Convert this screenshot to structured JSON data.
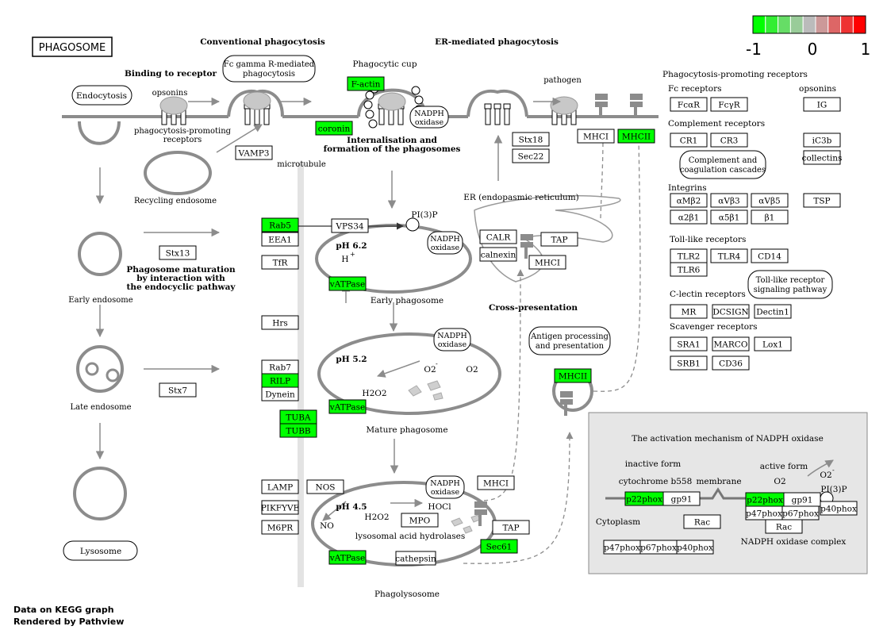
{
  "title": "PHAGOSOME",
  "legend": {
    "ticks": [
      "-1",
      "0",
      "1"
    ],
    "colors": [
      "#00ff00",
      "#33ee33",
      "#66dd66",
      "#99cc99",
      "#bbbbbb",
      "#cc9999",
      "#dd6666",
      "#ee3333",
      "#ff0000"
    ]
  },
  "colors": {
    "up": "#00ff00",
    "none": "#ffffff",
    "gray": "#8c8c8c"
  },
  "sections": {
    "conventional": "Conventional phagocytosis",
    "er_mediated": "ER-mediated phagocytosis",
    "binding": "Binding to receptor",
    "internalisation_1": "Internalisation and",
    "internalisation_2": "formation of the phagosomes",
    "maturation_1": "Phagosome maturation",
    "maturation_2": "by interaction with",
    "maturation_3": "the endocyclic pathway",
    "cross": "Cross-presentation"
  },
  "labels": {
    "endocytosis": "Endocytosis",
    "opsonins": "opsonins",
    "pr_1": "phagocytosis-promoting",
    "pr_2": "receptors",
    "fc_1": "Fc gamma R-mediated",
    "fc_2": "phagocytosis",
    "cup": "Phagocytic cup",
    "pathogen": "pathogen",
    "nadph_1": "NADPH",
    "nadph_2": "oxidase",
    "recycling": "Recycling endosome",
    "microtubule": "microtubule",
    "er": "ER (endopasmic reticulum)",
    "pi3p": "PI(3)P",
    "ph62": "pH 6.2",
    "hplus": "H",
    "early_phago": "Early phagosome",
    "early_endo": "Early endosome",
    "ph52": "pH 5.2",
    "o2minus": "O2",
    "o2": "O2",
    "h2o2": "H2O2",
    "mature_phago": "Mature phagosome",
    "late_endo": "Late endosome",
    "antigen_1": "Antigen processing",
    "antigen_2": "and presentation",
    "ph45": "pH 4.5",
    "h2o2b": "H2O2",
    "hocl": "HOCl",
    "no": "NO",
    "hydrolases": "lysosomal acid hydrolases",
    "lysosome": "Lysosome",
    "phagolysosome": "Phagolysosome",
    "footer_1": "Data on KEGG graph",
    "footer_2": "Rendered by Pathview"
  },
  "right_panel": {
    "title": "Phagocytosis-promoting receptors",
    "fc": "Fc receptors",
    "opsonins": "opsonins",
    "complement": "Complement receptors",
    "cascade_1": "Complement and",
    "cascade_2": "coagulation cascades",
    "integrins": "Integrins",
    "tlr": "Toll-like receptors",
    "tlr_path_1": "Toll-like receptor",
    "tlr_path_2": "signaling pathway",
    "clectin": "C-lectin receptors",
    "scavenger": "Scavenger receptors"
  },
  "inset": {
    "title": "The activation mechanism of NADPH oxidase",
    "inactive": "inactive form",
    "cytb": "cytochrome b558",
    "membrane": "membrane",
    "active": "active form",
    "o2": "O2",
    "o2minus": "O2",
    "pi3p": "PI(3)P",
    "cytoplasm": "Cytoplasm",
    "complex": "NADPH oxidase complex"
  },
  "genes": [
    {
      "id": "factin",
      "label": "F-actin",
      "color": "#00ff00"
    },
    {
      "id": "coronin",
      "label": "coronin",
      "color": "#00ff00"
    },
    {
      "id": "vamp3",
      "label": "VAMP3",
      "color": "#ffffff"
    },
    {
      "id": "stx18",
      "label": "Stx18",
      "color": "#ffffff"
    },
    {
      "id": "sec22",
      "label": "Sec22",
      "color": "#ffffff"
    },
    {
      "id": "mhci_top",
      "label": "MHCI",
      "color": "#ffffff"
    },
    {
      "id": "mhcii_top",
      "label": "MHCII",
      "color": "#00ff00"
    },
    {
      "id": "rab5",
      "label": "Rab5",
      "color": "#00ff00"
    },
    {
      "id": "eea1",
      "label": "EEA1",
      "color": "#ffffff"
    },
    {
      "id": "vps34",
      "label": "VPS34",
      "color": "#ffffff"
    },
    {
      "id": "stx13",
      "label": "Stx13",
      "color": "#ffffff"
    },
    {
      "id": "tfr",
      "label": "TfR",
      "color": "#ffffff"
    },
    {
      "id": "vatpase1",
      "label": "vATPase",
      "color": "#00ff00"
    },
    {
      "id": "calr",
      "label": "CALR",
      "color": "#ffffff"
    },
    {
      "id": "tap1",
      "label": "TAP",
      "color": "#ffffff"
    },
    {
      "id": "calnexin",
      "label": "calnexin",
      "color": "#ffffff"
    },
    {
      "id": "mhci_er",
      "label": "MHCI",
      "color": "#ffffff"
    },
    {
      "id": "hrs",
      "label": "Hrs",
      "color": "#ffffff"
    },
    {
      "id": "rab7",
      "label": "Rab7",
      "color": "#ffffff"
    },
    {
      "id": "rilp",
      "label": "RILP",
      "color": "#00ff00"
    },
    {
      "id": "dynein",
      "label": "Dynein",
      "color": "#ffffff"
    },
    {
      "id": "stx7",
      "label": "Stx7",
      "color": "#ffffff"
    },
    {
      "id": "tuba",
      "label": "TUBA",
      "color": "#00ff00"
    },
    {
      "id": "tubb",
      "label": "TUBB",
      "color": "#00ff00"
    },
    {
      "id": "vatpase2",
      "label": "vATPase",
      "color": "#00ff00"
    },
    {
      "id": "mhcii_mid",
      "label": "MHCII",
      "color": "#00ff00"
    },
    {
      "id": "lamp",
      "label": "LAMP",
      "color": "#ffffff"
    },
    {
      "id": "nos",
      "label": "NOS",
      "color": "#ffffff"
    },
    {
      "id": "pikfyve",
      "label": "PIKFYVE",
      "color": "#ffffff"
    },
    {
      "id": "m6pr",
      "label": "M6PR",
      "color": "#ffffff"
    },
    {
      "id": "mhci_bot",
      "label": "MHCI",
      "color": "#ffffff"
    },
    {
      "id": "mpo",
      "label": "MPO",
      "color": "#ffffff"
    },
    {
      "id": "tap2",
      "label": "TAP",
      "color": "#ffffff"
    },
    {
      "id": "sec61",
      "label": "Sec61",
      "color": "#00ff00"
    },
    {
      "id": "vatpase3",
      "label": "vATPase",
      "color": "#00ff00"
    },
    {
      "id": "cathepsin",
      "label": "cathepsin",
      "color": "#ffffff"
    },
    {
      "id": "fcar",
      "label": "FcαR",
      "color": "#ffffff"
    },
    {
      "id": "fcgr",
      "label": "FcγR",
      "color": "#ffffff"
    },
    {
      "id": "ig",
      "label": "IG",
      "color": "#ffffff"
    },
    {
      "id": "cr1",
      "label": "CR1",
      "color": "#ffffff"
    },
    {
      "id": "cr3",
      "label": "CR3",
      "color": "#ffffff"
    },
    {
      "id": "ic3b",
      "label": "iC3b",
      "color": "#ffffff"
    },
    {
      "id": "collectins",
      "label": "collectins",
      "color": "#ffffff"
    },
    {
      "id": "amb2",
      "label": "αMβ2",
      "color": "#ffffff"
    },
    {
      "id": "avb3",
      "label": "αVβ3",
      "color": "#ffffff"
    },
    {
      "id": "avb5",
      "label": "αVβ5",
      "color": "#ffffff"
    },
    {
      "id": "tsp",
      "label": "TSP",
      "color": "#ffffff"
    },
    {
      "id": "a2b1",
      "label": "α2β1",
      "color": "#ffffff"
    },
    {
      "id": "a5b1",
      "label": "α5β1",
      "color": "#ffffff"
    },
    {
      "id": "b1",
      "label": "β1",
      "color": "#ffffff"
    },
    {
      "id": "tlr2",
      "label": "TLR2",
      "color": "#ffffff"
    },
    {
      "id": "tlr4",
      "label": "TLR4",
      "color": "#ffffff"
    },
    {
      "id": "cd14",
      "label": "CD14",
      "color": "#ffffff"
    },
    {
      "id": "tlr6",
      "label": "TLR6",
      "color": "#ffffff"
    },
    {
      "id": "mr",
      "label": "MR",
      "color": "#ffffff"
    },
    {
      "id": "dcsign",
      "label": "DCSIGN",
      "color": "#ffffff"
    },
    {
      "id": "dectin1",
      "label": "Dectin1",
      "color": "#ffffff"
    },
    {
      "id": "sra1",
      "label": "SRA1",
      "color": "#ffffff"
    },
    {
      "id": "marco",
      "label": "MARCO",
      "color": "#ffffff"
    },
    {
      "id": "lox1",
      "label": "Lox1",
      "color": "#ffffff"
    },
    {
      "id": "srb1",
      "label": "SRB1",
      "color": "#ffffff"
    },
    {
      "id": "cd36",
      "label": "CD36",
      "color": "#ffffff"
    },
    {
      "id": "p22phox_a",
      "label": "p22phox",
      "color": "#00ff00"
    },
    {
      "id": "gp91_a",
      "label": "gp91",
      "color": "#ffffff"
    },
    {
      "id": "rac_a",
      "label": "Rac",
      "color": "#ffffff"
    },
    {
      "id": "p47phox_a",
      "label": "p47phox",
      "color": "#ffffff"
    },
    {
      "id": "p67phox_a",
      "label": "p67phox",
      "color": "#ffffff"
    },
    {
      "id": "p40phox_a",
      "label": "p40phox",
      "color": "#ffffff"
    },
    {
      "id": "p22phox_b",
      "label": "p22phox",
      "color": "#00ff00"
    },
    {
      "id": "gp91_b",
      "label": "gp91",
      "color": "#ffffff"
    },
    {
      "id": "p47phox_b",
      "label": "p47phox",
      "color": "#ffffff"
    },
    {
      "id": "p67phox_b",
      "label": "p67phox",
      "color": "#ffffff"
    },
    {
      "id": "p40phox_b",
      "label": "p40phox",
      "color": "#ffffff"
    },
    {
      "id": "rac_b",
      "label": "Rac",
      "color": "#ffffff"
    }
  ]
}
